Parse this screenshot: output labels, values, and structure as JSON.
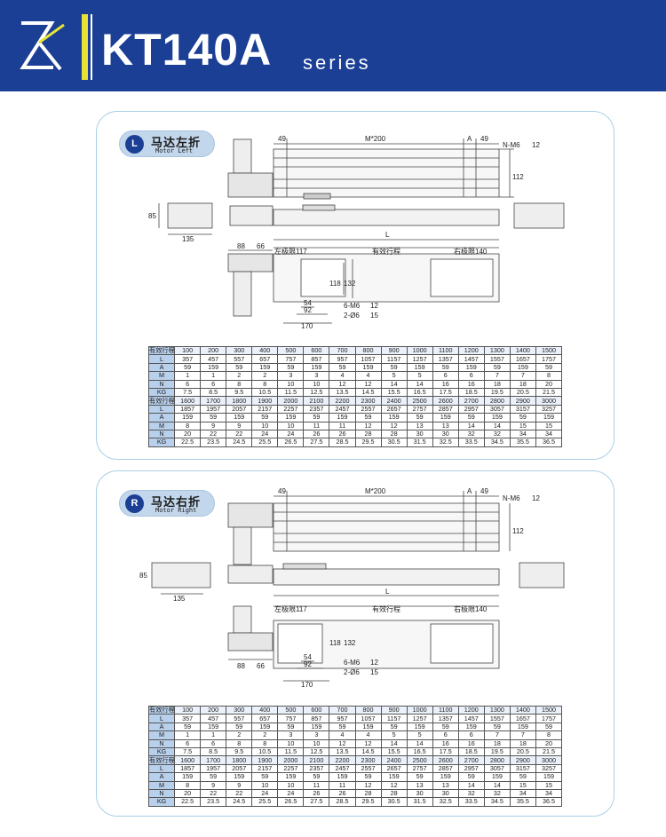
{
  "header": {
    "title": "KT140A",
    "subtitle": "series",
    "brand_color": "#1b3f95",
    "accent_color": "#e7e336",
    "logo_icon": "zk-logo-icon"
  },
  "sections": [
    {
      "badge": "L",
      "label_cn": "马达左折",
      "label_en": "Motor Left",
      "dims": {
        "d49": "49",
        "m200": "M*200",
        "a": "A",
        "d49b": "49",
        "nm6": "N-M6",
        "d12": "12",
        "d112": "112",
        "d85": "85",
        "d135": "135",
        "d88": "88",
        "d66": "66",
        "l": "L",
        "left_limit": "左极限117",
        "stroke": "有效行程",
        "right_limit": "右极限140",
        "d118": "118",
        "d132": "132",
        "d54": "54",
        "d92": "92",
        "d170": "170",
        "m6": "6-M6",
        "m6d": "12",
        "phi": "2-Ø6",
        "phid": "15"
      }
    },
    {
      "badge": "R",
      "label_cn": "马达右折",
      "label_en": "Motor Right",
      "dims": {
        "d49": "49",
        "m200": "M*200",
        "a": "A",
        "d49b": "49",
        "nm6": "N-M6",
        "d12": "12",
        "d112": "112",
        "d85": "85",
        "d135": "135",
        "d88": "88",
        "d66": "66",
        "l": "L",
        "left_limit": "左极限117",
        "stroke": "有效行程",
        "right_limit": "右极限140",
        "d118": "118",
        "d132": "132",
        "d54": "54",
        "d92": "92",
        "d170": "170",
        "m6": "6-M6",
        "m6d": "12",
        "phi": "2-Ø6",
        "phid": "15"
      }
    }
  ],
  "table": {
    "rows": [
      [
        "有效行程",
        "100",
        "200",
        "300",
        "400",
        "500",
        "600",
        "700",
        "800",
        "900",
        "1000",
        "1100",
        "1200",
        "1300",
        "1400",
        "1500"
      ],
      [
        "L",
        "357",
        "457",
        "557",
        "657",
        "757",
        "857",
        "957",
        "1057",
        "1157",
        "1257",
        "1357",
        "1457",
        "1557",
        "1657",
        "1757"
      ],
      [
        "A",
        "59",
        "159",
        "59",
        "159",
        "59",
        "159",
        "59",
        "159",
        "59",
        "159",
        "59",
        "159",
        "59",
        "159",
        "59"
      ],
      [
        "M",
        "1",
        "1",
        "2",
        "2",
        "3",
        "3",
        "4",
        "4",
        "5",
        "5",
        "6",
        "6",
        "7",
        "7",
        "8"
      ],
      [
        "N",
        "6",
        "6",
        "8",
        "8",
        "10",
        "10",
        "12",
        "12",
        "14",
        "14",
        "16",
        "16",
        "18",
        "18",
        "20"
      ],
      [
        "KG",
        "7.5",
        "8.5",
        "9.5",
        "10.5",
        "11.5",
        "12.5",
        "13.5",
        "14.5",
        "15.5",
        "16.5",
        "17.5",
        "18.5",
        "19.5",
        "20.5",
        "21.5"
      ],
      [
        "有效行程",
        "1600",
        "1700",
        "1800",
        "1900",
        "2000",
        "2100",
        "2200",
        "2300",
        "2400",
        "2500",
        "2600",
        "2700",
        "2800",
        "2900",
        "3000"
      ],
      [
        "L",
        "1857",
        "1957",
        "2057",
        "2157",
        "2257",
        "2357",
        "2457",
        "2557",
        "2657",
        "2757",
        "2857",
        "2957",
        "3057",
        "3157",
        "3257"
      ],
      [
        "A",
        "159",
        "59",
        "159",
        "59",
        "159",
        "59",
        "159",
        "59",
        "159",
        "59",
        "159",
        "59",
        "159",
        "59",
        "159"
      ],
      [
        "M",
        "8",
        "9",
        "9",
        "10",
        "10",
        "11",
        "11",
        "12",
        "12",
        "13",
        "13",
        "14",
        "14",
        "15",
        "15"
      ],
      [
        "N",
        "20",
        "22",
        "22",
        "24",
        "24",
        "26",
        "26",
        "28",
        "28",
        "30",
        "30",
        "32",
        "32",
        "34",
        "34"
      ],
      [
        "KG",
        "22.5",
        "23.5",
        "24.5",
        "25.5",
        "26.5",
        "27.5",
        "28.5",
        "29.5",
        "30.5",
        "31.5",
        "32.5",
        "33.5",
        "34.5",
        "35.5",
        "36.5"
      ]
    ]
  }
}
